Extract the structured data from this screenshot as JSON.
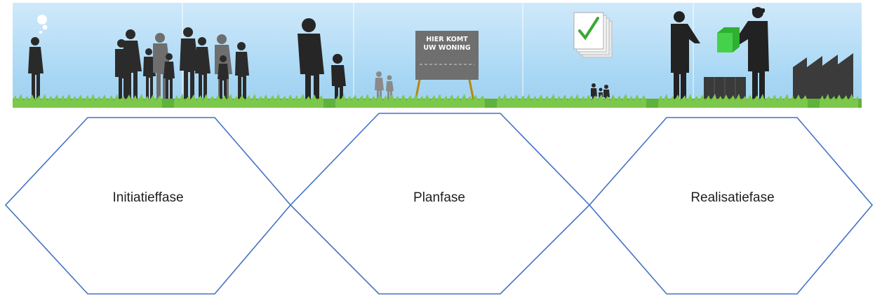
{
  "banner": {
    "sign_line1": "HIER KOMT",
    "sign_line2": "UW WONING",
    "sky_color": "#a9d8f5",
    "grass_color": "#6cbf3a"
  },
  "phases": [
    {
      "label": "Initiatieffase"
    },
    {
      "label": "Planfase"
    },
    {
      "label": "Realisatiefase"
    }
  ],
  "colors": {
    "hexagon_stroke": "#4472c4",
    "silhouette": "#222222",
    "checkmark": "#3aa832",
    "package": "#36c23a"
  }
}
